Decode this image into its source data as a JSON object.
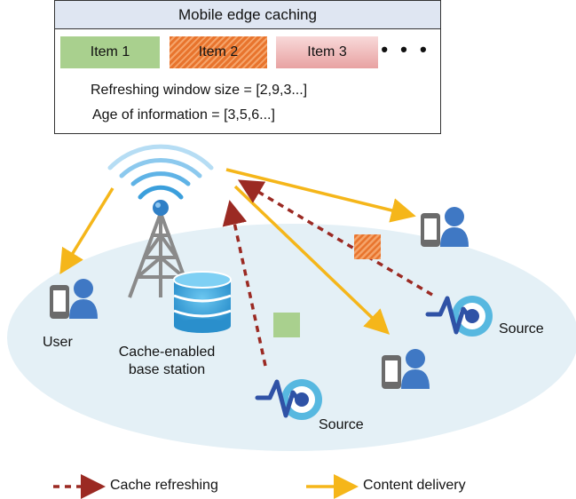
{
  "cache": {
    "title": "Mobile edge caching",
    "items": [
      "Item 1",
      "Item 2",
      "Item 3"
    ],
    "ellipsis": "• • •",
    "refresh_window": "Refreshing window size = [2,9,3...]",
    "age_info": "Age of information = [3,5,6...]"
  },
  "labels": {
    "user": "User",
    "base_station_line1": "Cache-enabled",
    "base_station_line2": "base station",
    "source_right": "Source",
    "source_bottom": "Source"
  },
  "legend": {
    "cache_refreshing": "Cache refreshing",
    "content_delivery": "Content delivery"
  },
  "colors": {
    "refresh_arrow": "#9b2a23",
    "delivery_arrow": "#f5b61a",
    "coverage": "#e4f0f6",
    "person": "#3f78c4",
    "phone": "#6b6b6b",
    "database": "#3aa4dd",
    "source_ring": "#57b8e0"
  }
}
